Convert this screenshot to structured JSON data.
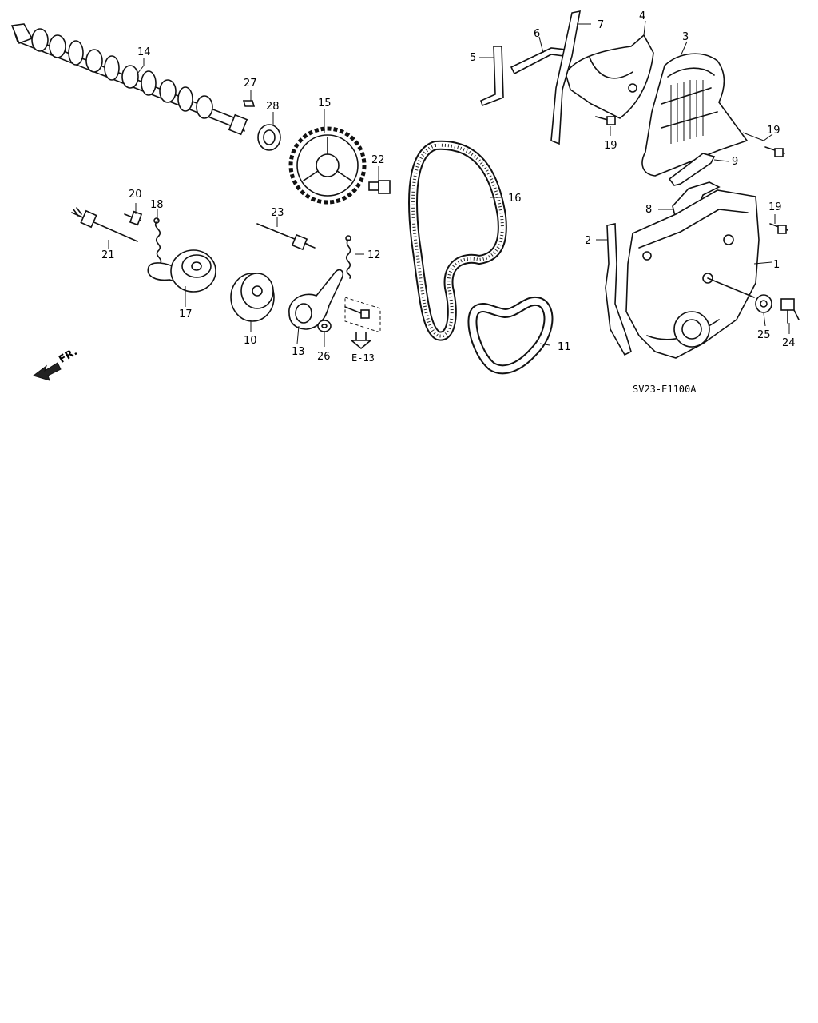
{
  "diagram": {
    "part_labels": {
      "p1": "1",
      "p2": "2",
      "p3": "3",
      "p4": "4",
      "p5": "5",
      "p6": "6",
      "p7": "7",
      "p8": "8",
      "p9": "9",
      "p10": "10",
      "p11": "11",
      "p12": "12",
      "p13": "13",
      "p14": "14",
      "p15": "15",
      "p16": "16",
      "p17": "17",
      "p18": "18",
      "p19a": "19",
      "p19b": "19",
      "p19c": "19",
      "p20": "20",
      "p21": "21",
      "p22": "22",
      "p23": "23",
      "p24": "24",
      "p25": "25",
      "p26": "26",
      "p27": "27",
      "p28": "28"
    },
    "reference": "E-13",
    "front_indicator": "FR.",
    "diagram_code": "SV23-E1100A"
  }
}
